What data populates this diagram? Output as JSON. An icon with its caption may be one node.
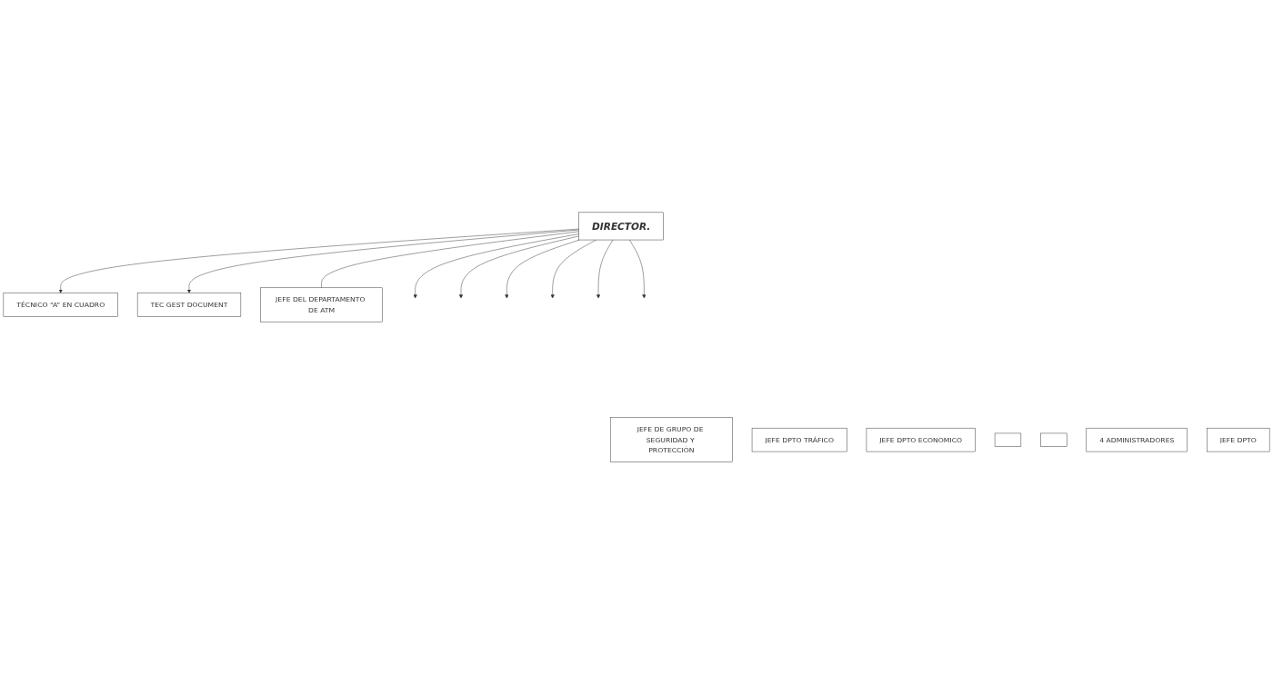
{
  "diagram": {
    "nodes": [
      {
        "text": [
          "DIRECTOR."
        ]
      },
      {
        "text": [
          "JEFE DE GRUPO DE SEGURIDAD Y PROTECCIÓN"
        ]
      },
      {
        "text": [
          "TÉCNICO “A” EN CUADRO"
        ]
      },
      {
        "text": [
          "TEC GEST DOCUMENT"
        ]
      },
      {
        "text": [
          "JEFE DPTO TRÁFICO"
        ]
      },
      {
        "text": [
          "JEFE DPTO ECONOMICO"
        ]
      },
      {
        "text": [
          "JEFE DEL DEPARTAMENTO DE ATM"
        ]
      },
      {
        "text": [],
        "shape": "box"
      },
      {
        "text": [],
        "shape": "box"
      },
      {
        "text": [
          "4 ADMINISTRADORES"
        ]
      },
      {
        "text": [
          "JEFE DPTO"
        ]
      }
    ],
    "edges": [
      {
        "from": 0,
        "to": null,
        "arrow": "to"
      },
      {
        "from": 0,
        "to": 6,
        "arrow": "none"
      },
      {
        "from": 0,
        "to": null,
        "arrow": "to"
      },
      {
        "from": 0,
        "to": null,
        "arrow": "to"
      },
      {
        "from": 0,
        "to": 2,
        "arrow": "to"
      },
      {
        "from": 0,
        "to": null,
        "arrow": "to"
      },
      {
        "from": 0,
        "to": null,
        "arrow": "to"
      },
      {
        "from": 0,
        "to": null,
        "arrow": "to"
      },
      {
        "from": 0,
        "to": 3,
        "arrow": "to"
      }
    ]
  }
}
